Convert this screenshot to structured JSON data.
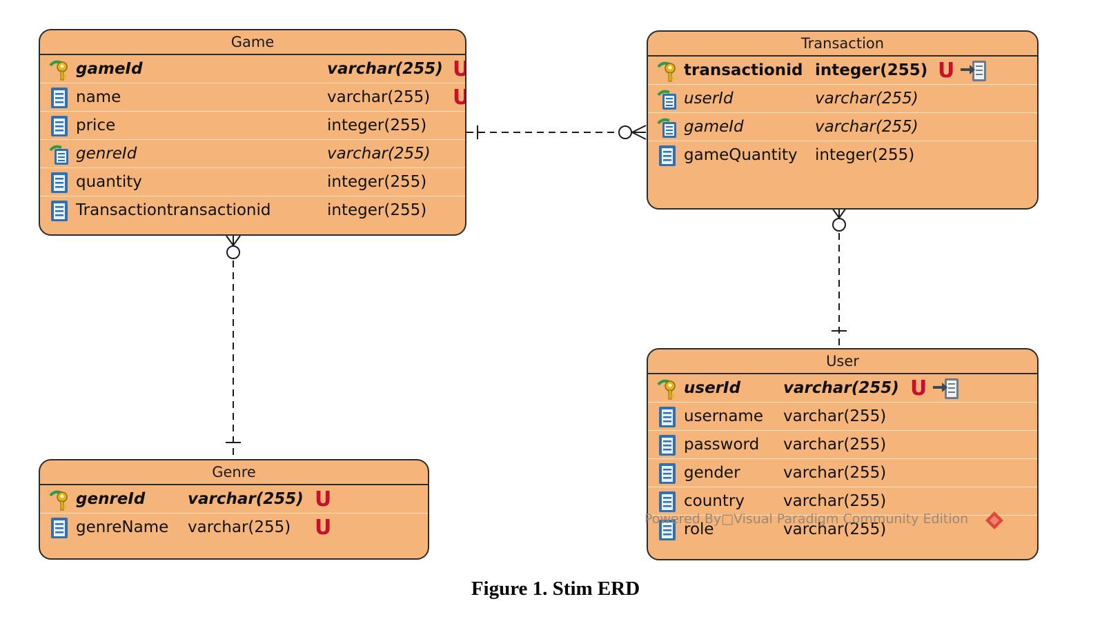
{
  "entities": {
    "game": {
      "title": "Game",
      "fields": [
        {
          "name": "gameId",
          "type": "varchar(255)",
          "style": "pk",
          "icon": "primary-key-icon",
          "badge": "U"
        },
        {
          "name": "name",
          "type": "varchar(255)",
          "style": "normal",
          "icon": "column-icon",
          "badge": "U"
        },
        {
          "name": "price",
          "type": "integer(255)",
          "style": "normal",
          "icon": "column-icon"
        },
        {
          "name": "genreId",
          "type": "varchar(255)",
          "style": "fk",
          "icon": "foreign-key-icon"
        },
        {
          "name": "quantity",
          "type": "integer(255)",
          "style": "normal",
          "icon": "column-icon"
        },
        {
          "name": "Transactiontransactionid",
          "type": "integer(255)",
          "style": "normal",
          "icon": "column-icon"
        }
      ]
    },
    "transaction": {
      "title": "Transaction",
      "fields": [
        {
          "name": "transactionid",
          "type": "integer(255)",
          "style": "bold-plain",
          "icon": "primary-key-icon",
          "badge": "U",
          "ref": true
        },
        {
          "name": "userId",
          "type": "varchar(255)",
          "style": "fk",
          "icon": "foreign-key-icon"
        },
        {
          "name": "gameId",
          "type": "varchar(255)",
          "style": "fk",
          "icon": "foreign-key-icon"
        },
        {
          "name": "gameQuantity",
          "type": "integer(255)",
          "style": "normal",
          "icon": "column-icon"
        }
      ]
    },
    "genre": {
      "title": "Genre",
      "fields": [
        {
          "name": "genreId",
          "type": "varchar(255)",
          "style": "pk",
          "icon": "primary-key-icon",
          "badge": "U"
        },
        {
          "name": "genreName",
          "type": "varchar(255)",
          "style": "normal",
          "icon": "column-icon",
          "badge": "U"
        }
      ]
    },
    "user": {
      "title": "User",
      "fields": [
        {
          "name": "userId",
          "type": "varchar(255)",
          "style": "pk",
          "icon": "primary-key-icon",
          "badge": "U",
          "ref": true
        },
        {
          "name": "username",
          "type": "varchar(255)",
          "style": "normal",
          "icon": "column-icon"
        },
        {
          "name": "password",
          "type": "varchar(255)",
          "style": "normal",
          "icon": "column-icon"
        },
        {
          "name": "gender",
          "type": "varchar(255)",
          "style": "normal",
          "icon": "column-icon"
        },
        {
          "name": "country",
          "type": "varchar(255)",
          "style": "normal",
          "icon": "column-icon"
        },
        {
          "name": "role",
          "type": "varchar(255)",
          "style": "normal",
          "icon": "column-icon"
        }
      ]
    }
  },
  "relationships": [
    {
      "from": "Game",
      "from_cardinality": "one",
      "to": "Transaction",
      "to_cardinality": "zero-or-many"
    },
    {
      "from": "Genre",
      "from_cardinality": "one",
      "to": "Game",
      "to_cardinality": "zero-or-many"
    },
    {
      "from": "User",
      "from_cardinality": "one",
      "to": "Transaction",
      "to_cardinality": "zero-or-many"
    }
  ],
  "watermark": "Powered By□Visual Paradigm Community Edition",
  "caption": "Figure 1. Stim ERD",
  "colors": {
    "entity_fill": "#f5b47a",
    "border": "#2b2b2b",
    "unique_badge": "#c8102e",
    "row_divider": "#fbe6c9"
  }
}
